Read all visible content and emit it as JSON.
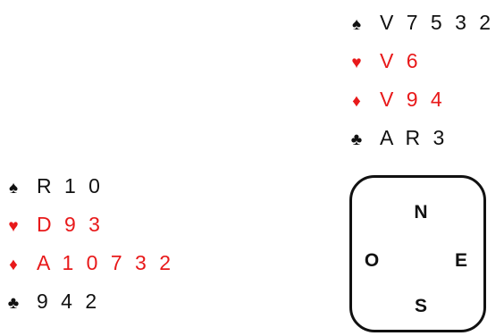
{
  "north": {
    "spades": {
      "symbol": "♠",
      "cards": "V 7 5 3 2"
    },
    "hearts": {
      "symbol": "♥",
      "cards": "V 6"
    },
    "diamonds": {
      "symbol": "♦",
      "cards": "V 9 4"
    },
    "clubs": {
      "symbol": "♣",
      "cards": "A R 3"
    }
  },
  "west": {
    "spades": {
      "symbol": "♠",
      "cards": "R 1 0"
    },
    "hearts": {
      "symbol": "♥",
      "cards": "D 9 3"
    },
    "diamonds": {
      "symbol": "♦",
      "cards": "A 1 0 7 3 2"
    },
    "clubs": {
      "symbol": "♣",
      "cards": "9 4 2"
    }
  },
  "compass": {
    "north": "N",
    "west": "O",
    "east": "E",
    "south": "S"
  },
  "colors": {
    "black_suit": "#111111",
    "red_suit": "#e8191a"
  }
}
